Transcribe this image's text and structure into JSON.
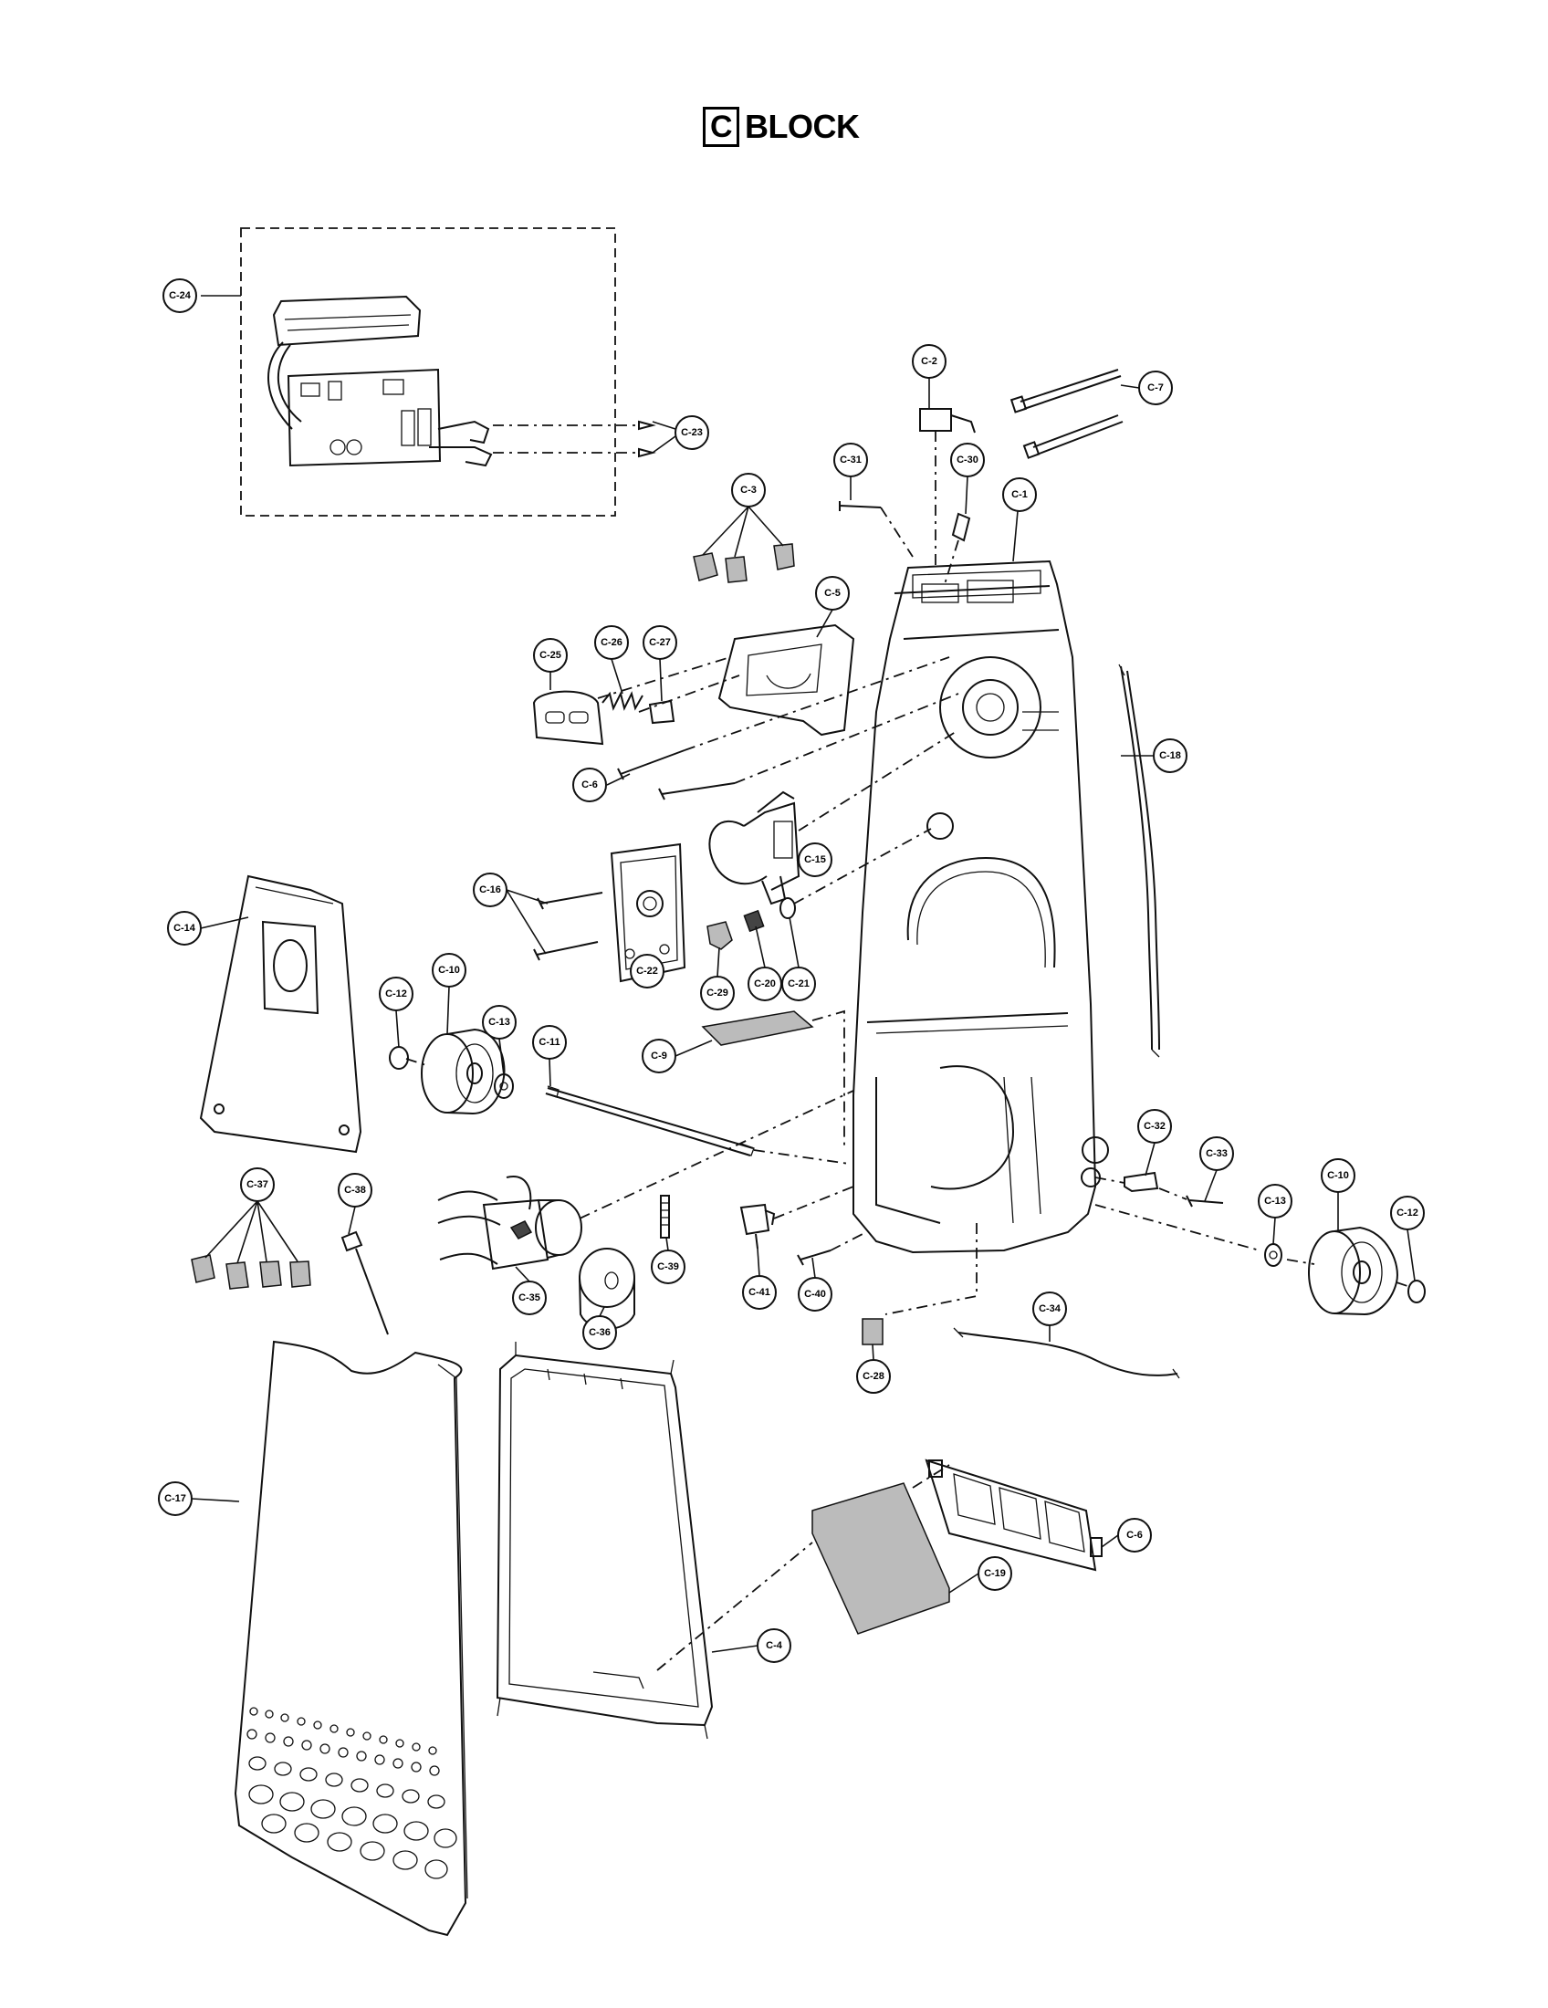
{
  "title": {
    "prefix": "C",
    "text": "BLOCK"
  },
  "callouts": {
    "c1": "C-1",
    "c2": "C-2",
    "c3": "C-3",
    "c4": "C-4",
    "c5": "C-5",
    "c6a": "C-6",
    "c6b": "C-6",
    "c7": "C-7",
    "c9": "C-9",
    "c10a": "C-10",
    "c10b": "C-10",
    "c11": "C-11",
    "c12a": "C-12",
    "c12b": "C-12",
    "c13a": "C-13",
    "c13b": "C-13",
    "c14": "C-14",
    "c15": "C-15",
    "c16": "C-16",
    "c17": "C-17",
    "c18": "C-18",
    "c19": "C-19",
    "c20": "C-20",
    "c21": "C-21",
    "c22": "C-22",
    "c23": "C-23",
    "c24": "C-24",
    "c25": "C-25",
    "c26": "C-26",
    "c27": "C-27",
    "c28": "C-28",
    "c29": "C-29",
    "c30": "C-30",
    "c31": "C-31",
    "c32": "C-32",
    "c33": "C-33",
    "c34": "C-34",
    "c35": "C-35",
    "c36": "C-36",
    "c37": "C-37",
    "c38": "C-38",
    "c39": "C-39",
    "c40": "C-40",
    "c41": "C-41"
  }
}
